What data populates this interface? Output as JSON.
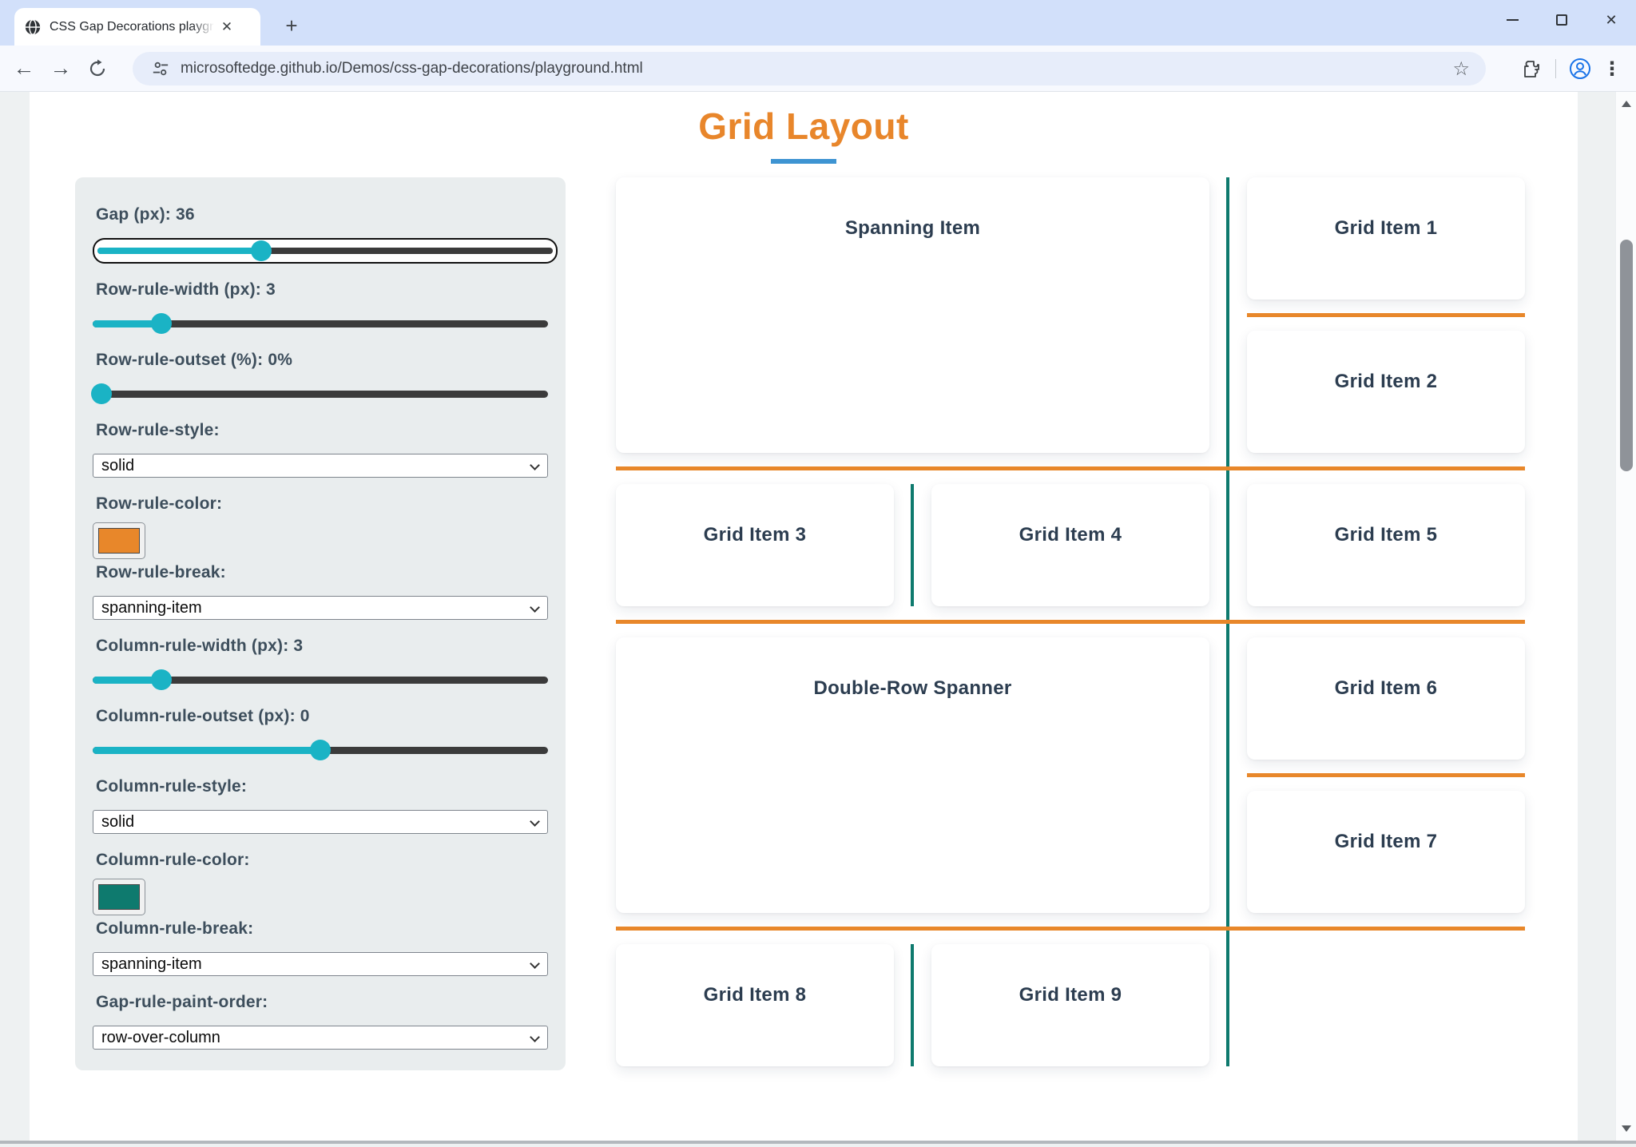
{
  "browser": {
    "tab_title": "CSS Gap Decorations playgroun",
    "url": "microsoftedge.github.io/Demos/css-gap-decorations/playground.html"
  },
  "page": {
    "title": "Grid Layout"
  },
  "colors": {
    "row_rule": "#e8872a",
    "column_rule": "#0e7a6e",
    "slider_accent": "#1ab3c5",
    "title": "#e8862b",
    "title_underline": "#3e94d2"
  },
  "panel": {
    "controls": [
      {
        "kind": "slider",
        "label": "Gap (px): 36",
        "value": 36,
        "percent": "36%",
        "focused": true
      },
      {
        "kind": "slider",
        "label": "Row-rule-width (px): 3",
        "value": 3,
        "percent": "15%"
      },
      {
        "kind": "slider",
        "label": "Row-rule-outset (%): 0%",
        "value": 0,
        "percent": "2%"
      },
      {
        "kind": "select",
        "label": "Row-rule-style:",
        "value": "solid"
      },
      {
        "kind": "color",
        "label": "Row-rule-color:",
        "value": "#e8872a"
      },
      {
        "kind": "select",
        "label": "Row-rule-break:",
        "value": "spanning-item"
      },
      {
        "kind": "slider",
        "label": "Column-rule-width (px): 3",
        "value": 3,
        "percent": "15%"
      },
      {
        "kind": "slider",
        "label": "Column-rule-outset (px): 0",
        "value": 0,
        "percent": "50%"
      },
      {
        "kind": "select",
        "label": "Column-rule-style:",
        "value": "solid"
      },
      {
        "kind": "color",
        "label": "Column-rule-color:",
        "value": "#0e7a6e"
      },
      {
        "kind": "select",
        "label": "Column-rule-break:",
        "value": "spanning-item"
      },
      {
        "kind": "select",
        "label": "Gap-rule-paint-order:",
        "value": "row-over-column"
      }
    ]
  },
  "grid": {
    "items": [
      {
        "label": "Spanning Item"
      },
      {
        "label": "Grid Item 1"
      },
      {
        "label": "Grid Item 2"
      },
      {
        "label": "Grid Item 3"
      },
      {
        "label": "Grid Item 4"
      },
      {
        "label": "Grid Item 5"
      },
      {
        "label": "Double-Row Spanner"
      },
      {
        "label": "Grid Item 6"
      },
      {
        "label": "Grid Item 7"
      },
      {
        "label": "Grid Item 8"
      },
      {
        "label": "Grid Item 9"
      }
    ]
  }
}
